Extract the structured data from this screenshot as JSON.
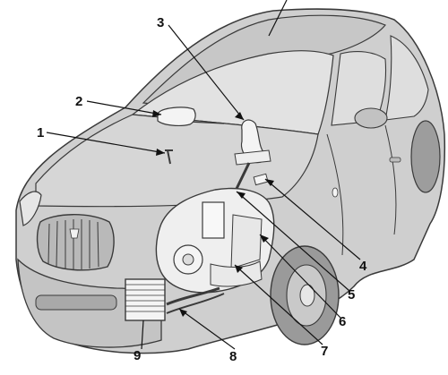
{
  "diagram": {
    "callouts": [
      {
        "id": "1",
        "label": "1"
      },
      {
        "id": "2",
        "label": "2"
      },
      {
        "id": "3",
        "label": "3"
      },
      {
        "id": "4",
        "label": "4"
      },
      {
        "id": "5",
        "label": "5"
      },
      {
        "id": "6",
        "label": "6"
      },
      {
        "id": "7",
        "label": "7"
      },
      {
        "id": "8",
        "label": "8"
      },
      {
        "id": "9",
        "label": "9"
      }
    ],
    "colors": {
      "body": "#cfcfcf",
      "body_dark": "#b3b3b3",
      "glass": "#e2e2e2",
      "outline": "#3a3a3a",
      "components": "#f2f2f2",
      "leader": "#111111"
    }
  }
}
